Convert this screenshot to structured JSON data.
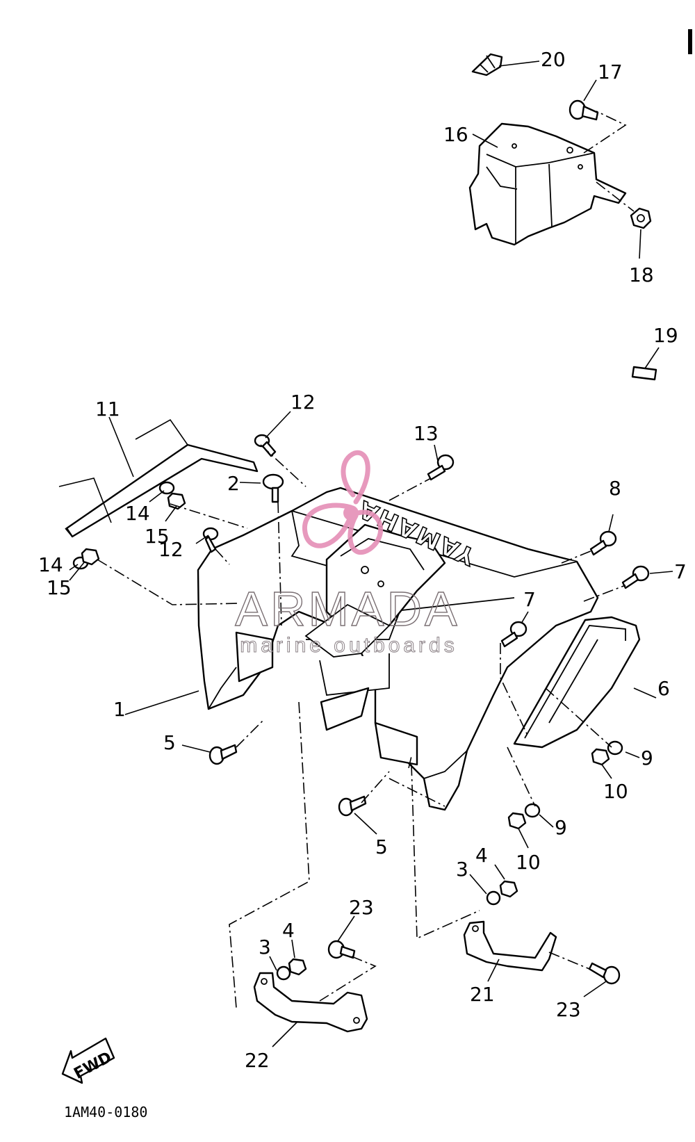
{
  "diagram": {
    "brand_on_fender": "YAMAHA",
    "watermark": {
      "title": "ARMADA",
      "subtitle": "marine outboards",
      "logo_color": "#e58fb6",
      "text_color": "#7a6f73"
    },
    "direction_label": "FWD",
    "drawing_code": "1AM40-0180",
    "callouts": [
      {
        "id": "c20",
        "label": "20"
      },
      {
        "id": "c17",
        "label": "17"
      },
      {
        "id": "c16",
        "label": "16"
      },
      {
        "id": "c18",
        "label": "18"
      },
      {
        "id": "c19",
        "label": "19"
      },
      {
        "id": "c11",
        "label": "11"
      },
      {
        "id": "c12a",
        "label": "12"
      },
      {
        "id": "c13",
        "label": "13"
      },
      {
        "id": "c2",
        "label": "2"
      },
      {
        "id": "c14a",
        "label": "14"
      },
      {
        "id": "c15a",
        "label": "15"
      },
      {
        "id": "c12b",
        "label": "12"
      },
      {
        "id": "c14b",
        "label": "14"
      },
      {
        "id": "c15b",
        "label": "15"
      },
      {
        "id": "c8",
        "label": "8"
      },
      {
        "id": "c7a",
        "label": "7"
      },
      {
        "id": "c7b",
        "label": "7"
      },
      {
        "id": "c6",
        "label": "6"
      },
      {
        "id": "c1",
        "label": "1"
      },
      {
        "id": "c5a",
        "label": "5"
      },
      {
        "id": "c9a",
        "label": "9"
      },
      {
        "id": "c10a",
        "label": "10"
      },
      {
        "id": "c9b",
        "label": "9"
      },
      {
        "id": "c10b",
        "label": "10"
      },
      {
        "id": "c5b",
        "label": "5"
      },
      {
        "id": "c4a",
        "label": "4"
      },
      {
        "id": "c3a",
        "label": "3"
      },
      {
        "id": "c23a",
        "label": "23"
      },
      {
        "id": "c4b",
        "label": "4"
      },
      {
        "id": "c3b",
        "label": "3"
      },
      {
        "id": "c21",
        "label": "21"
      },
      {
        "id": "c23b",
        "label": "23"
      },
      {
        "id": "c22",
        "label": "22"
      }
    ]
  }
}
